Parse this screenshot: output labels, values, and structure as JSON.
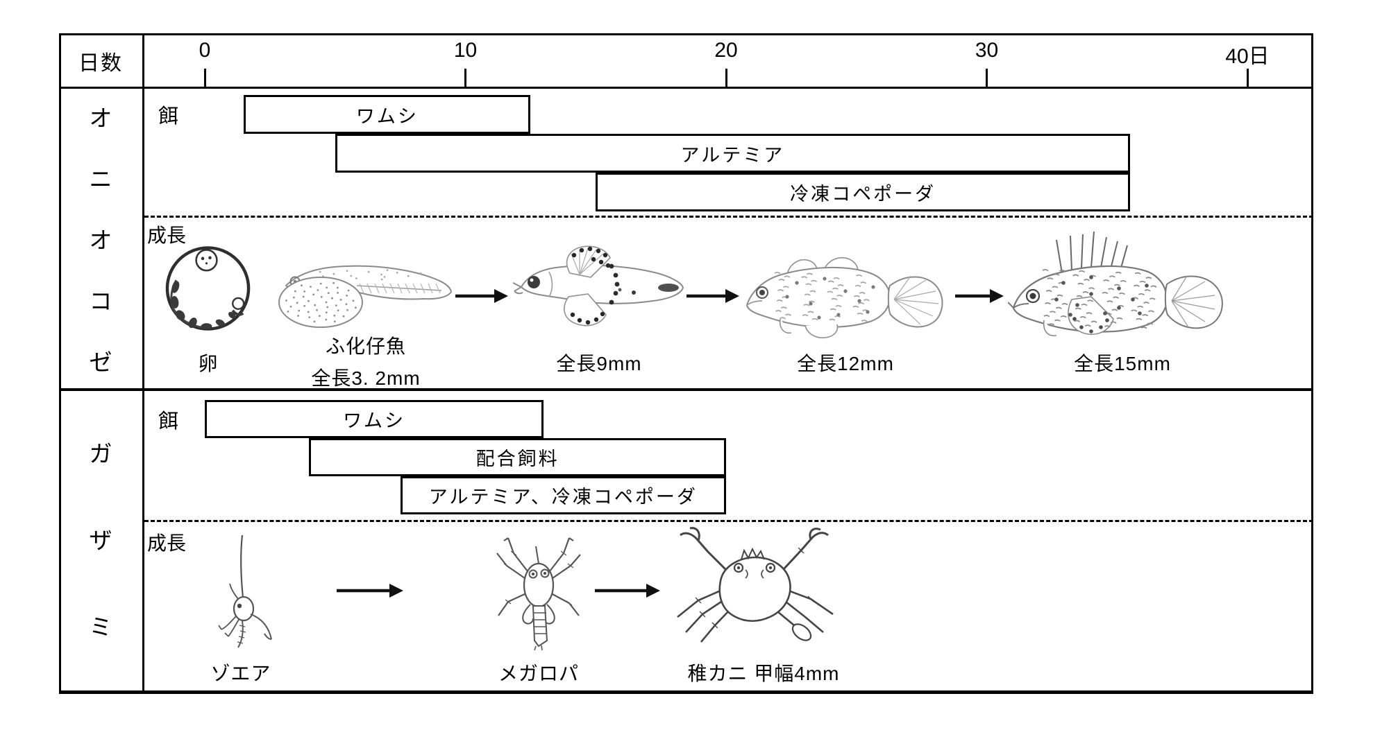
{
  "figure": {
    "axis": {
      "unit_label": "日数",
      "tick_labels": [
        "0",
        "10",
        "20",
        "30",
        "40日"
      ],
      "tick_days": [
        0,
        10,
        20,
        30,
        40
      ]
    },
    "species": [
      {
        "name": "オニオコゼ",
        "name_chars": [
          "オ",
          "ニ",
          "オ",
          "コ",
          "ゼ"
        ],
        "feed_section_label": "餌",
        "growth_section_label": "成長",
        "feed_bars": [
          {
            "label": "ワムシ",
            "start_day": 1.5,
            "end_day": 12.5
          },
          {
            "label": "アルテミア",
            "start_day": 5,
            "end_day": 35.5
          },
          {
            "label": "冷凍コペポーダ",
            "start_day": 15,
            "end_day": 35.5
          }
        ],
        "growth_stages": [
          {
            "label": "卵",
            "illustration": "egg-illustration"
          },
          {
            "label": "ふ化仔魚",
            "sublabel": "全長3. 2mm",
            "illustration": "yolk-sac-larva-illustration"
          },
          {
            "label": "全長9mm",
            "illustration": "larva-fish-9mm-illustration"
          },
          {
            "label": "全長12mm",
            "illustration": "juvenile-fish-12mm-illustration"
          },
          {
            "label": "全長15mm",
            "illustration": "juvenile-fish-15mm-illustration"
          }
        ]
      },
      {
        "name": "ガザミ",
        "name_chars": [
          "ガ",
          "ザ",
          "ミ"
        ],
        "feed_section_label": "餌",
        "growth_section_label": "成長",
        "feed_bars": [
          {
            "label": "ワムシ",
            "start_day": 0,
            "end_day": 13
          },
          {
            "label": "配合飼料",
            "start_day": 4,
            "end_day": 20
          },
          {
            "label": "アルテミア、冷凍コペポーダ",
            "start_day": 7.5,
            "end_day": 20
          }
        ],
        "growth_stages": [
          {
            "label": "ゾエア",
            "illustration": "zoea-illustration"
          },
          {
            "label": "メガロパ",
            "illustration": "megalopa-illustration"
          },
          {
            "label": "稚カニ 甲幅4mm",
            "illustration": "juvenile-crab-illustration"
          }
        ]
      }
    ]
  },
  "chart_data": [
    {
      "type": "bar",
      "subtype": "horizontal-range-gantt",
      "title": "オニオコゼ 餌の給餌期間と成長",
      "xlabel": "日数",
      "x_unit": "日",
      "xlim": [
        0,
        42.5
      ],
      "x_ticks": [
        0,
        10,
        20,
        30,
        40
      ],
      "grid": false,
      "legend": "none",
      "categories": [
        "ワムシ",
        "アルテミア",
        "冷凍コペポーダ"
      ],
      "ranges_days": [
        [
          1.5,
          12.5
        ],
        [
          5,
          35.5
        ],
        [
          15,
          35.5
        ]
      ],
      "annotations": [
        "卵",
        "ふ化仔魚 全長3. 2mm",
        "全長9mm",
        "全長12mm",
        "全長15mm"
      ]
    },
    {
      "type": "bar",
      "subtype": "horizontal-range-gantt",
      "title": "ガザミ 餌の給餌期間と成長",
      "xlabel": "日数",
      "x_unit": "日",
      "xlim": [
        0,
        42.5
      ],
      "x_ticks": [
        0,
        10,
        20,
        30,
        40
      ],
      "grid": false,
      "legend": "none",
      "categories": [
        "ワムシ",
        "配合飼料",
        "アルテミア、冷凍コペポーダ"
      ],
      "ranges_days": [
        [
          0,
          13
        ],
        [
          4,
          20
        ],
        [
          7.5,
          20
        ]
      ],
      "annotations": [
        "ゾエア",
        "メガロパ",
        "稚カニ 甲幅4mm"
      ]
    }
  ],
  "colors": {
    "ink": "#000000",
    "paper": "#ffffff",
    "sketch_gray": "#777777"
  }
}
